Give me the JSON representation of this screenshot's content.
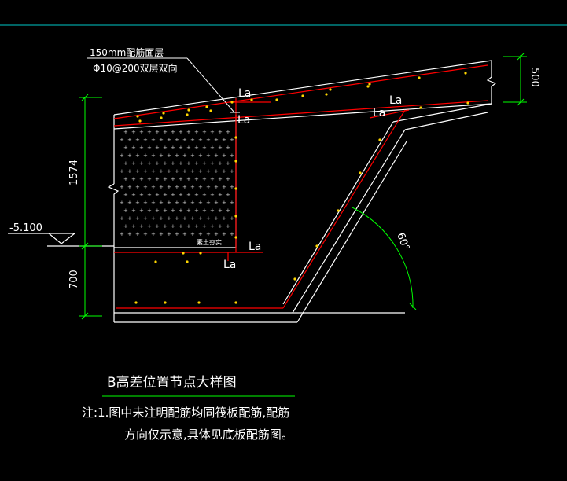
{
  "callout": {
    "line1": "150mm配筋面层",
    "line2": "Φ10@200双层双向"
  },
  "dimensions": {
    "top_right": "500",
    "left_upper": "1574",
    "left_lower": "700",
    "elevation": "-5.100",
    "angle": "60°"
  },
  "anchorage_labels": {
    "la_1": "La",
    "la_2": "La",
    "la_3": "La",
    "la_4": "La",
    "la_5": "La",
    "la_6": "La"
  },
  "fill_label": "素土夯实",
  "drawing_title": "B高差位置节点大样图",
  "notes": {
    "line1": "注:1.图中未注明配筋均同筏板配筋,配筋",
    "line2": "方向仅示意,具体见底板配筋图。"
  },
  "colors": {
    "background": "#000000",
    "outline": "#ffffff",
    "rebar": "#ff0000",
    "dimension": "#00ff00",
    "border": "#00c8c8",
    "dots": "#ffff00"
  }
}
